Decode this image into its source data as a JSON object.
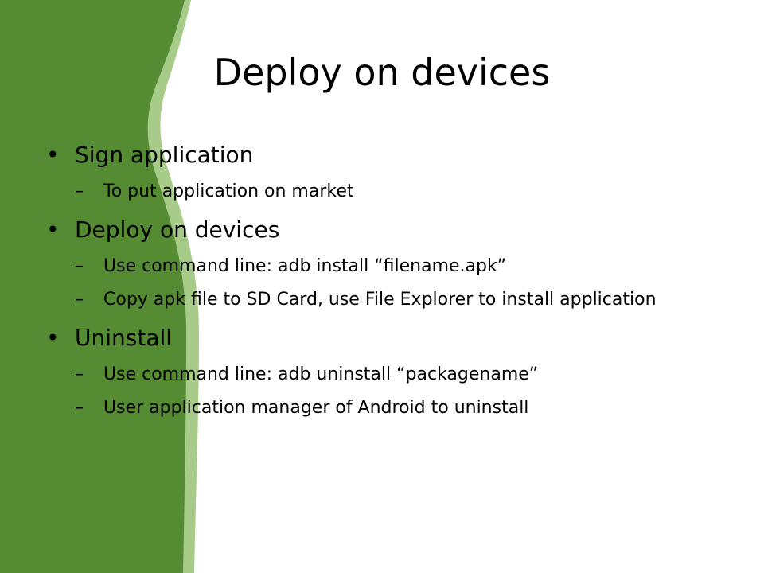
{
  "slide": {
    "title": "Deploy on devices",
    "bullet_glyph": "•",
    "dash_glyph": "–",
    "colors": {
      "band_dark": "#548b33",
      "band_light": "#a7cc8a",
      "text": "#000000",
      "background": "#ffffff"
    },
    "items": [
      {
        "text": "Sign application",
        "sub": [
          "To put application on market"
        ]
      },
      {
        "text": "Deploy on devices",
        "sub": [
          "Use command line: adb install “filename.apk”",
          "Copy apk file to SD Card, use File Explorer to install application"
        ]
      },
      {
        "text": "Uninstall",
        "sub": [
          "Use command line: adb uninstall “packagename”",
          "User application manager of Android to uninstall"
        ]
      }
    ]
  }
}
